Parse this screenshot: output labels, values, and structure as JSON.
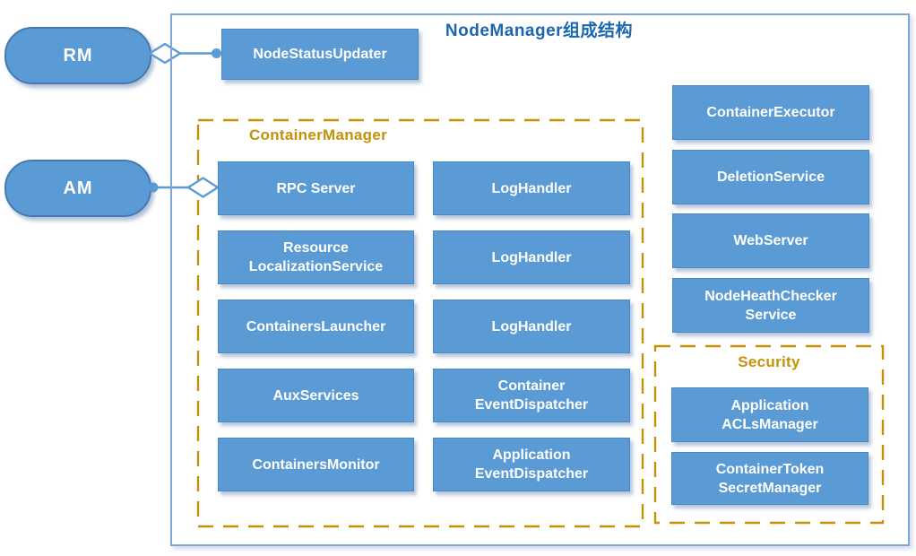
{
  "title": "NodeManager组成结构",
  "external": {
    "rm": "RM",
    "am": "AM"
  },
  "top_box": "NodeStatusUpdater",
  "container_manager": {
    "label": "ContainerManager",
    "left_column": [
      "RPC Server",
      "Resource\nLocalizationService",
      "ContainersLauncher",
      "AuxServices",
      "ContainersMonitor"
    ],
    "right_column": [
      "LogHandler",
      "LogHandler",
      "LogHandler",
      "Container\nEventDispatcher",
      "Application\nEventDispatcher"
    ]
  },
  "right_column": [
    "ContainerExecutor",
    "DeletionService",
    "WebServer",
    "NodeHeathChecker\nService"
  ],
  "security": {
    "label": "Security",
    "boxes": [
      "Application\nACLsManager",
      "ContainerToken\nSecretManager"
    ]
  },
  "colors": {
    "box_fill": "#5b9bd5",
    "box_border": "#4b87c2",
    "outer_border": "#7ea6d9",
    "gold_accent": "#c49206",
    "title_blue": "#1a67b0",
    "text": "#ffffff"
  }
}
